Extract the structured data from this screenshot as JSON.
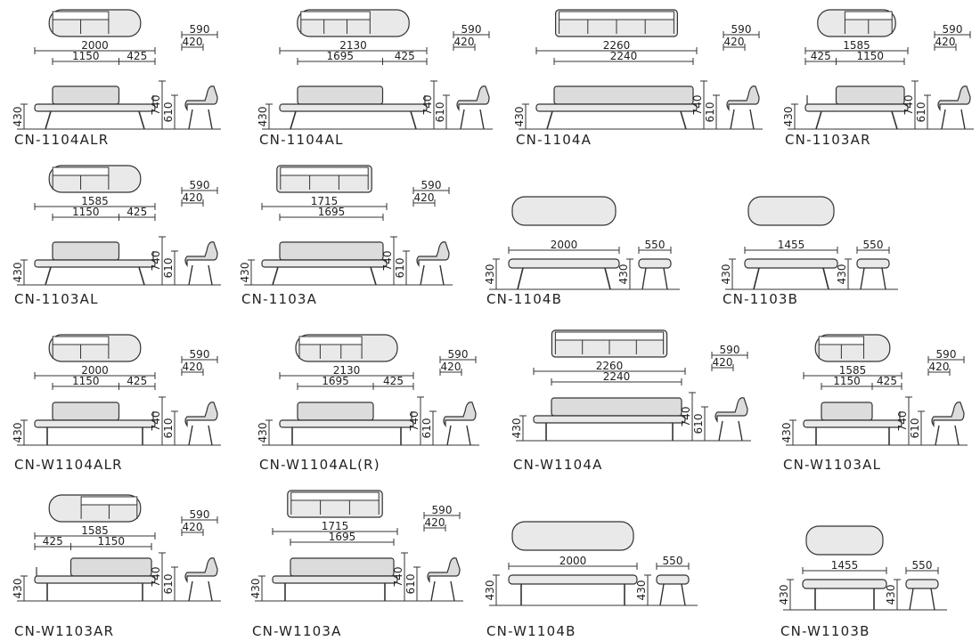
{
  "sheet": {
    "items": [
      {
        "model": "CN-1104ALR",
        "kind": "arm",
        "w": "2000",
        "seat": "1150",
        "arm": "425",
        "armSide": "right",
        "seats": 2,
        "legs": "splay",
        "d": "590",
        "sd": "420",
        "h": "740",
        "ah": "610",
        "sh": "430"
      },
      {
        "model": "CN-1104AL",
        "kind": "arm",
        "w": "2130",
        "seat": "1695",
        "arm": "425",
        "armSide": "right",
        "seats": 3,
        "legs": "splay",
        "d": "590",
        "sd": "420",
        "h": "740",
        "ah": "610",
        "sh": "430"
      },
      {
        "model": "CN-1104A",
        "kind": "arm",
        "w": "2260",
        "seat": "2240",
        "arm": "",
        "armSide": "none",
        "seats": 4,
        "legs": "splay",
        "d": "590",
        "sd": "420",
        "h": "740",
        "ah": "610",
        "sh": "430"
      },
      {
        "model": "CN-1103AR",
        "kind": "arm",
        "w": "1585",
        "seat": "1150",
        "arm": "425",
        "armSide": "left",
        "seats": 2,
        "legs": "splay",
        "d": "590",
        "sd": "420",
        "h": "740",
        "ah": "610",
        "sh": "430"
      },
      {
        "model": "CN-1103AL",
        "kind": "arm",
        "w": "1585",
        "seat": "1150",
        "arm": "425",
        "armSide": "right",
        "seats": 2,
        "legs": "splay",
        "d": "590",
        "sd": "420",
        "h": "740",
        "ah": "610",
        "sh": "430"
      },
      {
        "model": "CN-1103A",
        "kind": "arm",
        "w": "1715",
        "seat": "1695",
        "arm": "",
        "armSide": "none",
        "seats": 3,
        "legs": "splay",
        "d": "590",
        "sd": "420",
        "h": "740",
        "ah": "610",
        "sh": "430"
      },
      {
        "model": "CN-1104B",
        "kind": "bench",
        "w": "2000",
        "d": "550",
        "sh": "430",
        "legs": "splay"
      },
      {
        "model": "CN-1103B",
        "kind": "bench",
        "w": "1455",
        "d": "550",
        "sh": "430",
        "legs": "splay"
      },
      {
        "model": "CN-W1104ALR",
        "kind": "arm",
        "w": "2000",
        "seat": "1150",
        "arm": "425",
        "armSide": "right",
        "seats": 2,
        "legs": "straight",
        "d": "590",
        "sd": "420",
        "h": "740",
        "ah": "610",
        "sh": "430"
      },
      {
        "model": "CN-W1104AL(R)",
        "kind": "arm",
        "w": "2130",
        "seat": "1695",
        "arm": "425",
        "armSide": "right",
        "seats": 3,
        "legs": "straight",
        "d": "590",
        "sd": "420",
        "h": "740",
        "ah": "610",
        "sh": "430"
      },
      {
        "model": "CN-W1104A",
        "kind": "arm",
        "w": "2260",
        "seat": "2240",
        "arm": "",
        "armSide": "none",
        "seats": 4,
        "legs": "straight",
        "d": "590",
        "sd": "420",
        "h": "740",
        "ah": "610",
        "sh": "430"
      },
      {
        "model": "CN-W1103AL",
        "kind": "arm",
        "w": "1585",
        "seat": "1150",
        "arm": "425",
        "armSide": "right",
        "seats": 2,
        "legs": "straight",
        "d": "590",
        "sd": "420",
        "h": "740",
        "ah": "610",
        "sh": "430"
      },
      {
        "model": "CN-W1103AR",
        "kind": "arm",
        "w": "1585",
        "seat": "1150",
        "arm": "425",
        "armSide": "left",
        "seats": 2,
        "legs": "straight",
        "d": "590",
        "sd": "420",
        "h": "740",
        "ah": "610",
        "sh": "430"
      },
      {
        "model": "CN-W1103A",
        "kind": "arm",
        "w": "1715",
        "seat": "1695",
        "arm": "",
        "armSide": "none",
        "seats": 3,
        "legs": "straight",
        "d": "590",
        "sd": "420",
        "h": "740",
        "ah": "610",
        "sh": "430"
      },
      {
        "model": "CN-W1104B",
        "kind": "bench",
        "w": "2000",
        "d": "550",
        "sh": "430",
        "legs": "straight"
      },
      {
        "model": "CN-W1103B",
        "kind": "bench",
        "w": "1455",
        "d": "550",
        "sh": "430",
        "legs": "straight"
      }
    ]
  },
  "colors": {
    "line": "#333333",
    "fill": "#e9e9e9",
    "seatFill": "#dcdcdc"
  }
}
